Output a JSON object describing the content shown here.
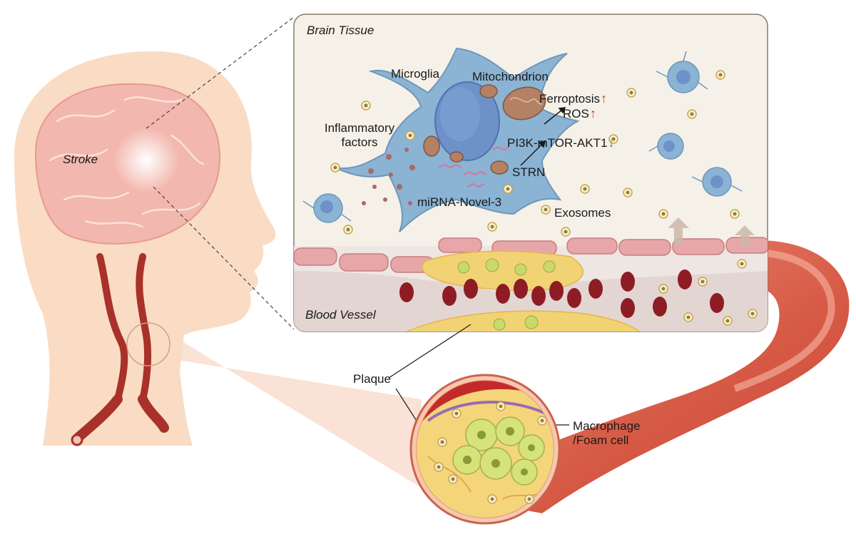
{
  "labels": {
    "brain_tissue": "Brain Tissue",
    "blood_vessel": "Blood Vessel",
    "stroke": "Stroke",
    "microglia": "Microglia",
    "mitochondrion": "Mitochondrion",
    "ferroptosis": "Ferroptosis",
    "ros": "ROS",
    "pathway": "PI3K-mTOR-AKT1",
    "strn": "STRN",
    "inflammatory_line1": "Inflammatory",
    "inflammatory_line2": "factors",
    "mirna": "miRNA-Novel-3",
    "exosomes": "Exosomes",
    "plaque": "Plaque",
    "macrophage_line1": "Macrophage",
    "macrophage_line2": "/Foam cell"
  },
  "indicators": {
    "up": "↑",
    "down": "↓",
    "up_color": "#b5472f",
    "down_color": "#2e9a48"
  },
  "colors": {
    "skin": "#f9dcc3",
    "brain": "#f4b8b0",
    "artery": "#a8312a",
    "vessel_outer": "#e06a55",
    "panel_bg": "#f5f1e8",
    "microglia": "#8ab3d4",
    "foam_cell": "#d6e27a",
    "rbc": "#8e1c24"
  }
}
